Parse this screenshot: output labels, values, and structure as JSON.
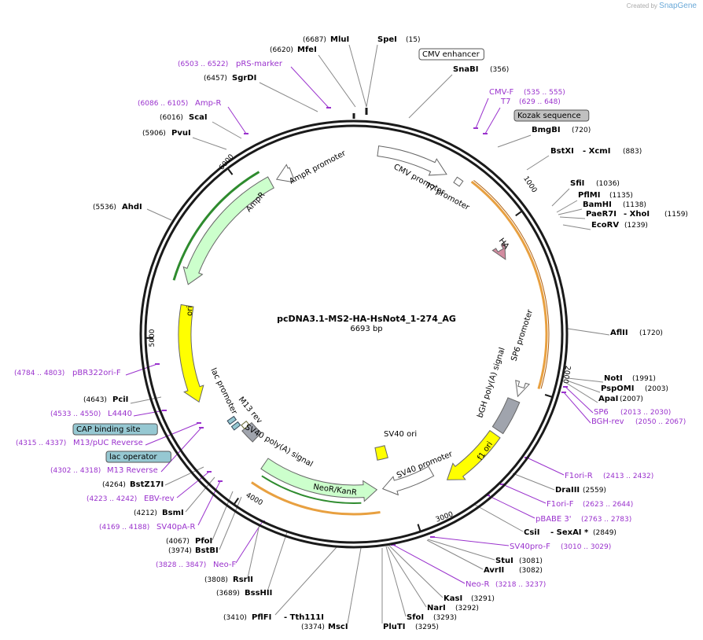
{
  "credit": {
    "prefix": "Created by",
    "brand": "SnapGene"
  },
  "plasmid": {
    "name": "pcDNA3.1-MS2-HA-HsNot4_1-274_AG",
    "size_label": "6693 bp",
    "length": 6693
  },
  "ticks": [
    "1000",
    "2000",
    "3000",
    "4000",
    "5000",
    "6000"
  ],
  "features": [
    {
      "id": "cmv-enh",
      "label": "CMV enhancer",
      "boxed": true,
      "color": "#ffffff"
    },
    {
      "id": "cmv-prom",
      "label": "CMV promoter",
      "color": "#ffffff"
    },
    {
      "id": "t7-prom",
      "label": "T7 promoter",
      "color": "#ffffff"
    },
    {
      "id": "kozak",
      "label": "Kozak sequence",
      "boxed": true,
      "color": "#c0c0c0"
    },
    {
      "id": "ha",
      "label": "HA",
      "color": "#d28ca0"
    },
    {
      "id": "sp6-prom",
      "label": "SP6 promoter",
      "color": "#ffffff"
    },
    {
      "id": "bgh",
      "label": "bGH poly(A) signal",
      "color": "#a0a4ad"
    },
    {
      "id": "f1ori",
      "label": "f1 ori",
      "color": "#ffff00"
    },
    {
      "id": "sv40prom",
      "label": "SV40 promoter",
      "color": "#ffffff"
    },
    {
      "id": "sv40ori",
      "label": "SV40 ori",
      "color": "#ffff00"
    },
    {
      "id": "neor",
      "label": "NeoR/KanR",
      "color": "#ccffcc"
    },
    {
      "id": "sv40pa",
      "label": "SV40 poly(A) signal",
      "color": "#a0a4ad"
    },
    {
      "id": "m13rev",
      "label": "M13 rev",
      "color": "#ffffff"
    },
    {
      "id": "lacprom",
      "label": "lac promoter",
      "color": "#ffffff"
    },
    {
      "id": "lacop",
      "label": "lac operator",
      "boxed": true,
      "color": "#96c8d2"
    },
    {
      "id": "cap",
      "label": "CAP binding site",
      "boxed": true,
      "color": "#96c8d2"
    },
    {
      "id": "ori",
      "label": "ori",
      "color": "#ffff00"
    },
    {
      "id": "ampr",
      "label": "AmpR",
      "color": "#ccffcc"
    },
    {
      "id": "amprprom",
      "label": "AmpR promoter",
      "color": "#ffffff"
    }
  ],
  "sites": [
    {
      "name": "MluI",
      "pos": "(6687)"
    },
    {
      "name": "SpeI",
      "pos": "(15)"
    },
    {
      "name": "MfeI",
      "pos": "(6620)"
    },
    {
      "name": "pRS-marker",
      "pos": "(6503 .. 6522)",
      "primer": true
    },
    {
      "name": "SnaBI",
      "pos": "(356)"
    },
    {
      "name": "SgrDI",
      "pos": "(6457)"
    },
    {
      "name": "CMV-F",
      "pos": "(535 .. 555)",
      "primer": true
    },
    {
      "name": "T7",
      "pos": "(629 .. 648)",
      "primer": true
    },
    {
      "name": "Amp-R",
      "pos": "(6086 .. 6105)",
      "primer": true
    },
    {
      "name": "BmgBI",
      "pos": "(720)"
    },
    {
      "name": "ScaI",
      "pos": "(6016)"
    },
    {
      "name": "PvuI",
      "pos": "(5906)"
    },
    {
      "name": "BstXI",
      "pos": "",
      "extra": "- XcmI"
    },
    {
      "name": "XcmI",
      "pos": "(883)"
    },
    {
      "name": "SfiI",
      "pos": "(1036)"
    },
    {
      "name": "PflMI",
      "pos": "(1135)"
    },
    {
      "name": "BamHI",
      "pos": "(1138)"
    },
    {
      "name": "PaeR7I",
      "pos": "",
      "extra": "- XhoI"
    },
    {
      "name": "XhoI",
      "pos": "(1159)"
    },
    {
      "name": "AhdI",
      "pos": "(5536)"
    },
    {
      "name": "EcoRV",
      "pos": "(1239)"
    },
    {
      "name": "AflII",
      "pos": "(1720)"
    },
    {
      "name": "pBR322ori-F",
      "pos": "(4784 .. 4803)",
      "primer": true
    },
    {
      "name": "NotI",
      "pos": "(1991)"
    },
    {
      "name": "PspOMI",
      "pos": "(2003)"
    },
    {
      "name": "ApaI",
      "pos": "(2007)"
    },
    {
      "name": "PciI",
      "pos": "(4643)"
    },
    {
      "name": "SP6",
      "pos": "(2013 .. 2030)",
      "primer": true
    },
    {
      "name": "L4440",
      "pos": "(4533 .. 4550)",
      "primer": true
    },
    {
      "name": "BGH-rev",
      "pos": "(2050 .. 2067)",
      "primer": true
    },
    {
      "name": "M13/pUC Reverse",
      "pos": "(4315 .. 4337)",
      "primer": true
    },
    {
      "name": "M13 Reverse",
      "pos": "(4302 .. 4318)",
      "primer": true
    },
    {
      "name": "BstZ17I",
      "pos": "(4264)"
    },
    {
      "name": "F1ori-R",
      "pos": "(2413 .. 2432)",
      "primer": true
    },
    {
      "name": "DraIII",
      "pos": "(2559)"
    },
    {
      "name": "EBV-rev",
      "pos": "(4223 .. 4242)",
      "primer": true
    },
    {
      "name": "F1ori-F",
      "pos": "(2623 .. 2644)",
      "primer": true
    },
    {
      "name": "BsmI",
      "pos": "(4212)"
    },
    {
      "name": "pBABE 3'",
      "pos": "(2763 .. 2783)",
      "primer": true
    },
    {
      "name": "SV40pA-R",
      "pos": "(4169 .. 4188)",
      "primer": true
    },
    {
      "name": "CsiI",
      "pos": "",
      "extra": "- SexAI *"
    },
    {
      "name": "SexAI",
      "pos": "(2849)"
    },
    {
      "name": "PfoI",
      "pos": "(4067)"
    },
    {
      "name": "SV40pro-F",
      "pos": "(3010 .. 3029)",
      "primer": true
    },
    {
      "name": "BstBI",
      "pos": "(3974)"
    },
    {
      "name": "StuI",
      "pos": "(3081)"
    },
    {
      "name": "AvrII",
      "pos": "(3082)"
    },
    {
      "name": "Neo-F",
      "pos": "(3828 .. 3847)",
      "primer": true
    },
    {
      "name": "Neo-R",
      "pos": "(3218 .. 3237)",
      "primer": true
    },
    {
      "name": "RsrII",
      "pos": "(3808)"
    },
    {
      "name": "KasI",
      "pos": "(3291)"
    },
    {
      "name": "BssHII",
      "pos": "(3689)"
    },
    {
      "name": "NarI",
      "pos": "(3292)"
    },
    {
      "name": "SfoI",
      "pos": "(3293)"
    },
    {
      "name": "PflFI",
      "pos": "(3410)",
      "extra": "- Tth111I"
    },
    {
      "name": "MscI",
      "pos": "(3374)"
    },
    {
      "name": "PluTI",
      "pos": "(3295)"
    }
  ],
  "colors": {
    "ring": "#1a1a1a",
    "primer": "#9a32cd",
    "orf_outline": "#e8a040",
    "green_outline": "#2e8b2e",
    "leader": "#888888"
  }
}
